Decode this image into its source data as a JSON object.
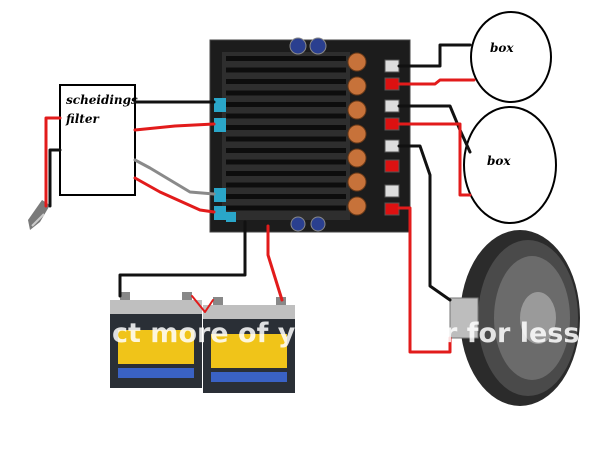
{
  "labels": {
    "filter": [
      "scheidings",
      "filter"
    ],
    "box_top": "box",
    "box_bottom": "box"
  },
  "watermark": {
    "text": "ct more of your",
    "text_right": "r for less!"
  },
  "components": {
    "filter": "scheidings filter",
    "amplifier": "amplifier-board",
    "speaker_top": "box",
    "speaker_bottom": "box",
    "woofer": "woofer-speaker",
    "batteries": "battery-pair",
    "jack": "audio-jack"
  },
  "colors": {
    "wire_positive": "#e21b1b",
    "wire_negative": "#111111",
    "wire_signal": "#8a8a8a",
    "board": "#1c1c1c",
    "heatsink": "#2e2e2e",
    "terminal": "#2aa6c9",
    "coil": "#c7723a",
    "battery_body": "#2a2f36",
    "battery_label": "#f0c419",
    "watermark": "#ffffff"
  }
}
